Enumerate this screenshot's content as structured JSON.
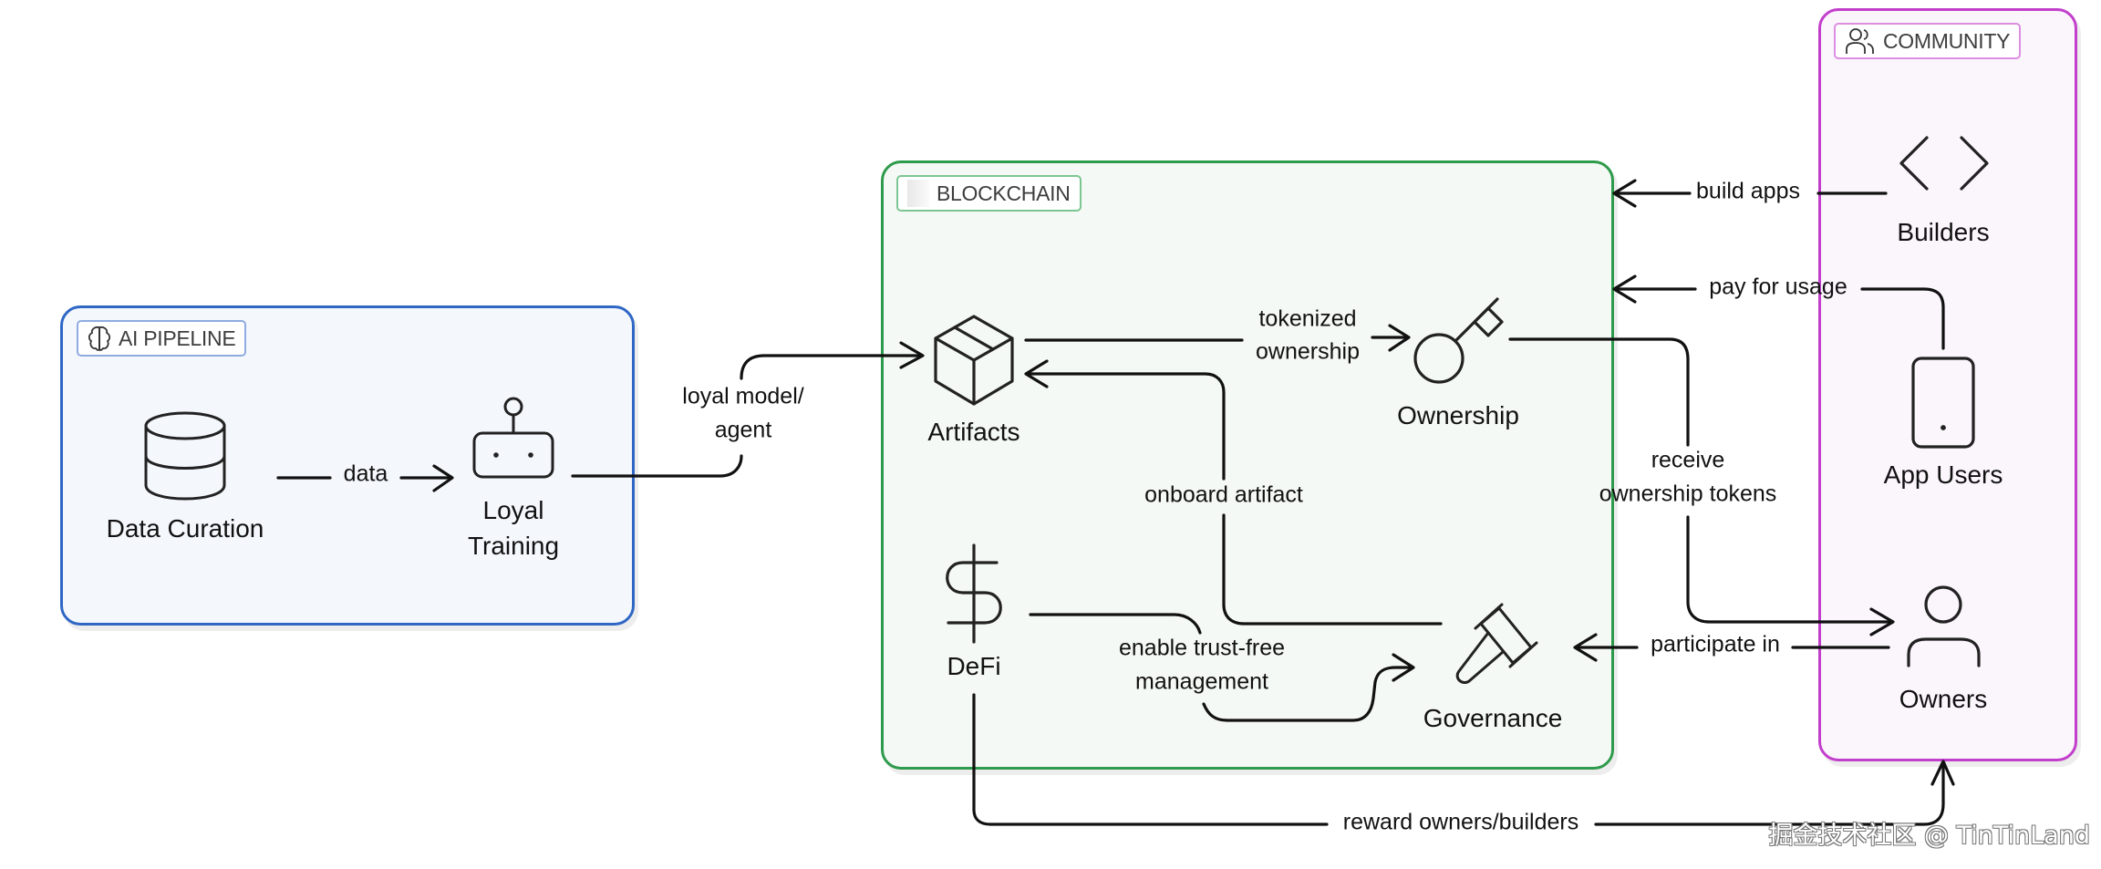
{
  "groups": {
    "ai_pipeline": {
      "label": "AI PIPELINE",
      "icon": "brain-icon",
      "color": "#2f67c5"
    },
    "blockchain": {
      "label": "BLOCKCHAIN",
      "icon": "blank-icon",
      "color": "#2e9a4b"
    },
    "community": {
      "label": "COMMUNITY",
      "icon": "users-icon",
      "color": "#c23fcb"
    }
  },
  "nodes": {
    "data_curation": {
      "label": "Data Curation",
      "icon": "database-icon"
    },
    "loyal_training": {
      "label": "Loyal\nTraining",
      "line1": "Loyal",
      "line2": "Training",
      "icon": "robot-icon"
    },
    "artifacts": {
      "label": "Artifacts",
      "icon": "box-icon"
    },
    "ownership": {
      "label": "Ownership",
      "icon": "key-icon"
    },
    "defi": {
      "label": "DeFi",
      "icon": "dollar-icon"
    },
    "governance": {
      "label": "Governance",
      "icon": "gavel-icon"
    },
    "builders": {
      "label": "Builders",
      "icon": "code-icon"
    },
    "app_users": {
      "label": "App Users",
      "icon": "smartphone-icon"
    },
    "owners": {
      "label": "Owners",
      "icon": "user-icon"
    }
  },
  "edges": {
    "data": {
      "from": "Data Curation",
      "to": "Loyal Training",
      "label": "data"
    },
    "loyal_model": {
      "from": "Loyal Training",
      "to": "Artifacts",
      "line1": "loyal model/",
      "line2": "agent"
    },
    "tokenized": {
      "from": "Artifacts",
      "to": "Ownership",
      "line1": "tokenized",
      "line2": "ownership"
    },
    "onboard": {
      "from": "Governance",
      "to": "Artifacts",
      "label": "onboard artifact"
    },
    "receive": {
      "from": "Ownership",
      "to": "Owners",
      "line1": "receive",
      "line2": "ownership tokens"
    },
    "enable": {
      "from": "DeFi",
      "to": "Governance",
      "line1": "enable trust-free",
      "line2": "management"
    },
    "build_apps": {
      "from": "Builders",
      "to": "Blockchain",
      "label": "build apps"
    },
    "pay": {
      "from": "App Users",
      "to": "Blockchain",
      "label": "pay for usage"
    },
    "participate": {
      "from": "Owners",
      "to": "Governance",
      "label": "participate in"
    },
    "reward": {
      "from": "DeFi",
      "to": "Community",
      "label": "reward owners/builders"
    }
  },
  "watermark": "掘金技术社区 @ TinTinLand"
}
